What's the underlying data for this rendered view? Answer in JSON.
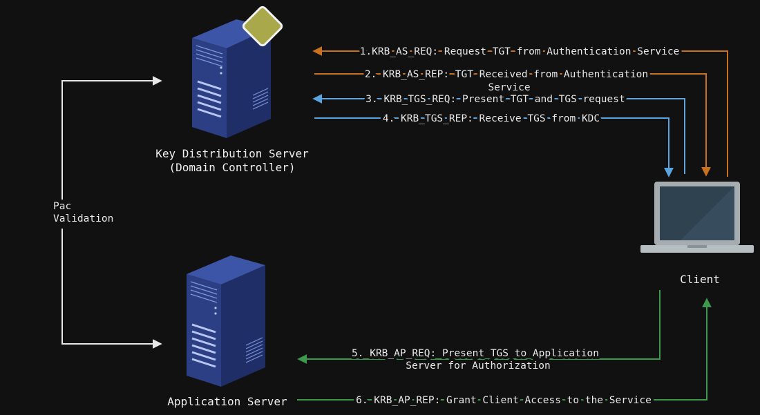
{
  "nodes": {
    "kdc": {
      "title": "Key Distribution Server",
      "subtitle": "(Domain Controller)"
    },
    "app_server": {
      "title": "Application Server"
    },
    "client": {
      "title": "Client"
    }
  },
  "pac_label": {
    "line1": "Pac",
    "line2": "Validation"
  },
  "messages": {
    "m1": {
      "line1": "1.KRB_AS_REQ: Request TGT from Authentication Service"
    },
    "m2": {
      "line1": "2. KRB_AS_REP: TGT Received from Authentication",
      "line2": "Service"
    },
    "m3": {
      "line1": "3. KRB_TGS_REQ: Present TGT and TGS request"
    },
    "m4": {
      "line1": "4. KRB_TGS_REP: Receive TGS from KDC"
    },
    "m5": {
      "line1": "5. KRB_AP_REQ: Present TGS to Application",
      "line2": "Server for Authorization"
    },
    "m6": {
      "line1": "6. KRB_AP_REP: Grant Client Access to the Service"
    }
  },
  "colors": {
    "orange": "#c8711f",
    "blue": "#5aa5e0",
    "green": "#3b9a4c",
    "white": "#e8e8e8",
    "server_body": "#2c3f85",
    "badge": "#a9a84a"
  },
  "icons": [
    "server-icon",
    "badge-icon",
    "laptop-icon"
  ]
}
